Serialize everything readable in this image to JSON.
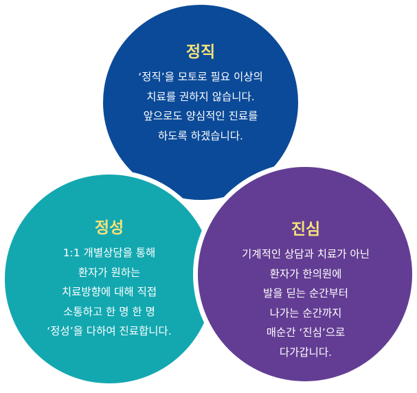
{
  "honesty": {
    "title": "정직",
    "lines": [
      "‘정직’을 모토로  필요 이상의",
      "치료를 권하지 않습니다.",
      "앞으로도 양심적인 진료를",
      "하도록 하겠습니다."
    ],
    "color": "#0b4a98"
  },
  "sincerity": {
    "title": "정성",
    "lines": [
      "1:1 개별상담을 통해",
      "환자가 원하는",
      "치료방향에 대해 직접",
      "소통하고 한 명 한 명",
      "‘정성’을 다하여 진료합니다."
    ],
    "color": "#13a8b0"
  },
  "truth": {
    "title": "진심",
    "lines": [
      "기계적인 상담과 치료가 아닌",
      "환자가 한의원에",
      "발을 딛는 순간부터",
      "나가는 순간까지",
      "매순간 ‘진심’으로",
      "다가갑니다."
    ],
    "color": "#633d93"
  },
  "title_color": "#f6e27a"
}
